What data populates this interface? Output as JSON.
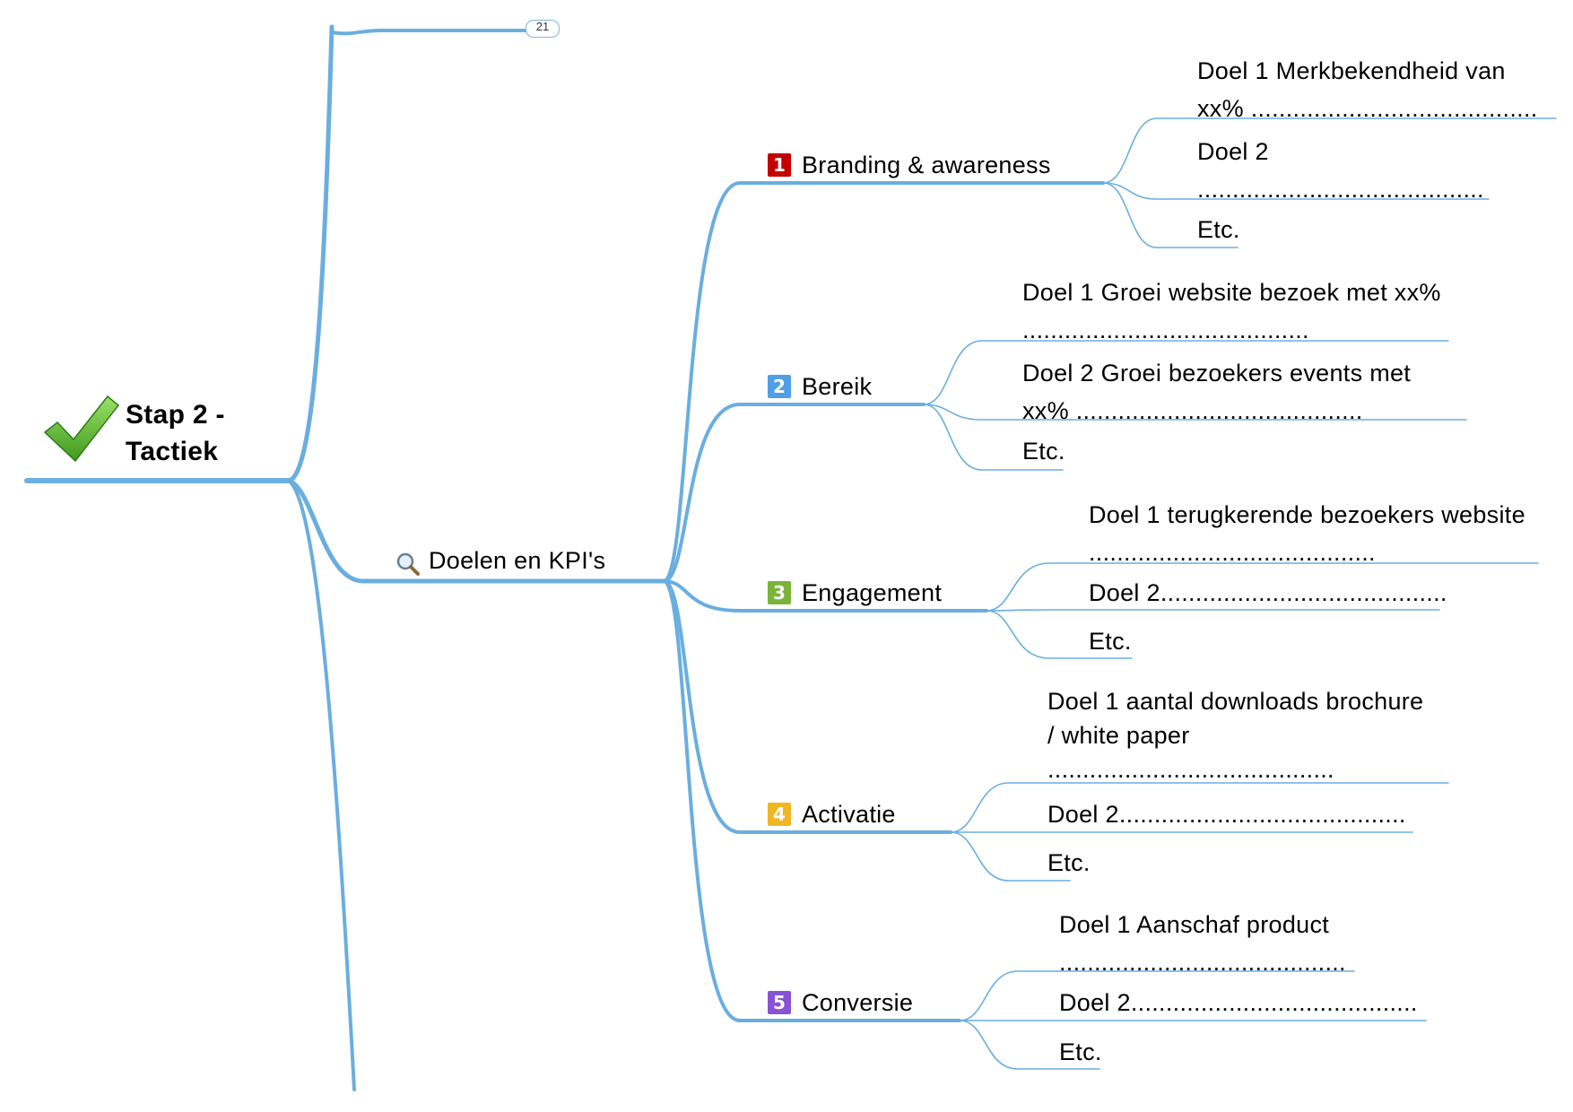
{
  "root": {
    "label": "Stap 2 - Tactiek",
    "icon": "checkmark-icon"
  },
  "collapsed_counter": "21",
  "doelen": {
    "label": "Doelen en KPI's",
    "icon": "magnifier-icon"
  },
  "categories": [
    {
      "number": "1",
      "label": "Branding & awareness",
      "color": "#c40000",
      "goals": [
        "Doel 1 Merkbekendheid van xx% .........................................",
        "Doel 2 .........................................",
        "Etc."
      ]
    },
    {
      "number": "2",
      "label": "Bereik",
      "color": "#4f9ee6",
      "goals": [
        "Doel 1 Groei website bezoek met xx% .........................................",
        "Doel 2 Groei bezoekers events met xx% .........................................",
        "Etc."
      ]
    },
    {
      "number": "3",
      "label": "Engagement",
      "color": "#7ab33a",
      "goals": [
        "Doel 1 terugkerende bezoekers website .........................................",
        "Doel 2.........................................",
        "Etc."
      ]
    },
    {
      "number": "4",
      "label": "Activatie",
      "color": "#f0b623",
      "goals": [
        "Doel 1 aantal downloads brochure / white paper .........................................",
        "Doel 2.........................................",
        "Etc."
      ]
    },
    {
      "number": "5",
      "label": "Conversie",
      "color": "#8852d4",
      "goals": [
        "Doel 1 Aanschaf product .........................................",
        "Doel 2.........................................",
        "Etc."
      ]
    }
  ],
  "colors": {
    "branch": "#6aaedf",
    "check_green": "#5cb82e"
  }
}
